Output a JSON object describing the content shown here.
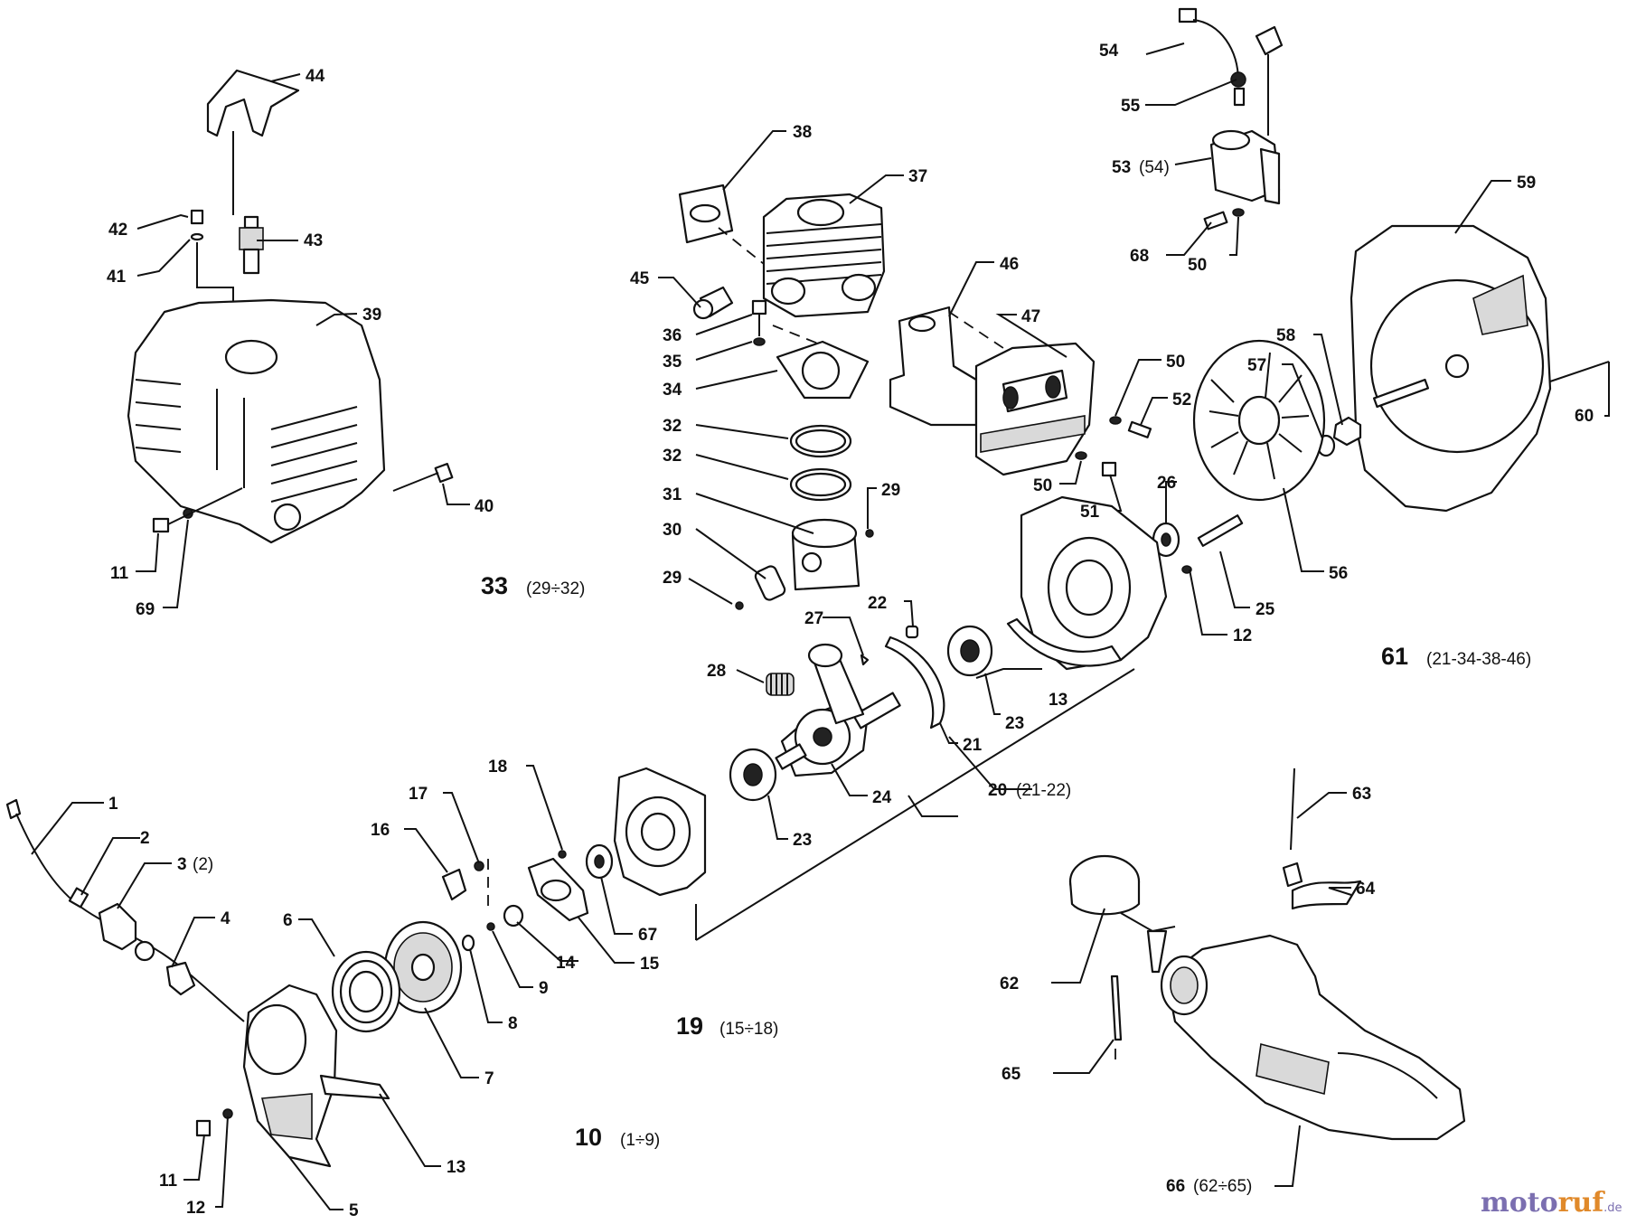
{
  "labels": [
    {
      "id": "l1",
      "text": "1"
    },
    {
      "id": "l2",
      "text": "2"
    },
    {
      "id": "l3",
      "text": "3",
      "sub": "(2)"
    },
    {
      "id": "l4",
      "text": "4"
    },
    {
      "id": "l5",
      "text": "5"
    },
    {
      "id": "l6",
      "text": "6"
    },
    {
      "id": "l7",
      "text": "7"
    },
    {
      "id": "l8",
      "text": "8"
    },
    {
      "id": "l9",
      "text": "9"
    },
    {
      "id": "l11a",
      "text": "11"
    },
    {
      "id": "l11b",
      "text": "11"
    },
    {
      "id": "l12a",
      "text": "12"
    },
    {
      "id": "l12b",
      "text": "12"
    },
    {
      "id": "l13a",
      "text": "13"
    },
    {
      "id": "l13b",
      "text": "13"
    },
    {
      "id": "l14",
      "text": "14"
    },
    {
      "id": "l15",
      "text": "15"
    },
    {
      "id": "l16",
      "text": "16"
    },
    {
      "id": "l17",
      "text": "17"
    },
    {
      "id": "l18",
      "text": "18"
    },
    {
      "id": "l20",
      "text": "20",
      "sub": "(21-22)"
    },
    {
      "id": "l21",
      "text": "21"
    },
    {
      "id": "l22",
      "text": "22"
    },
    {
      "id": "l23a",
      "text": "23"
    },
    {
      "id": "l23b",
      "text": "23"
    },
    {
      "id": "l24",
      "text": "24"
    },
    {
      "id": "l25",
      "text": "25"
    },
    {
      "id": "l26",
      "text": "26"
    },
    {
      "id": "l27",
      "text": "27"
    },
    {
      "id": "l28",
      "text": "28"
    },
    {
      "id": "l29a",
      "text": "29"
    },
    {
      "id": "l29b",
      "text": "29"
    },
    {
      "id": "l30",
      "text": "30"
    },
    {
      "id": "l31",
      "text": "31"
    },
    {
      "id": "l32a",
      "text": "32"
    },
    {
      "id": "l32b",
      "text": "32"
    },
    {
      "id": "l34",
      "text": "34"
    },
    {
      "id": "l35",
      "text": "35"
    },
    {
      "id": "l36",
      "text": "36"
    },
    {
      "id": "l37",
      "text": "37"
    },
    {
      "id": "l38",
      "text": "38"
    },
    {
      "id": "l39",
      "text": "39"
    },
    {
      "id": "l40",
      "text": "40"
    },
    {
      "id": "l41",
      "text": "41"
    },
    {
      "id": "l42",
      "text": "42"
    },
    {
      "id": "l43",
      "text": "43"
    },
    {
      "id": "l44",
      "text": "44"
    },
    {
      "id": "l45",
      "text": "45"
    },
    {
      "id": "l46",
      "text": "46"
    },
    {
      "id": "l47",
      "text": "47"
    },
    {
      "id": "l50a",
      "text": "50"
    },
    {
      "id": "l50b",
      "text": "50"
    },
    {
      "id": "l50c",
      "text": "50"
    },
    {
      "id": "l51",
      "text": "51"
    },
    {
      "id": "l52",
      "text": "52"
    },
    {
      "id": "l53",
      "text": "53",
      "sub": "(54)"
    },
    {
      "id": "l54",
      "text": "54"
    },
    {
      "id": "l55",
      "text": "55"
    },
    {
      "id": "l56",
      "text": "56"
    },
    {
      "id": "l57",
      "text": "57"
    },
    {
      "id": "l58",
      "text": "58"
    },
    {
      "id": "l59",
      "text": "59"
    },
    {
      "id": "l60",
      "text": "60"
    },
    {
      "id": "l62",
      "text": "62"
    },
    {
      "id": "l63",
      "text": "63"
    },
    {
      "id": "l64",
      "text": "64"
    },
    {
      "id": "l65",
      "text": "65"
    },
    {
      "id": "l66",
      "text": "66",
      "sub": "(62÷65)"
    },
    {
      "id": "l67",
      "text": "67"
    },
    {
      "id": "l68",
      "text": "68"
    },
    {
      "id": "l69",
      "text": "69"
    }
  ],
  "groups": {
    "g10": {
      "num": "10",
      "range": "(1÷9)"
    },
    "g19": {
      "num": "19",
      "range": "(15÷18)"
    },
    "g33": {
      "num": "33",
      "range": "(29÷32)"
    },
    "g61": {
      "num": "61",
      "range": "(21-34-38-46)"
    }
  },
  "watermark": {
    "part1": "moto",
    "part2": "ruf",
    "suffix": ".de"
  },
  "colors": {
    "watermark_purple": "#7b6fb0",
    "watermark_orange": "#e0892a",
    "ink": "#111111"
  }
}
